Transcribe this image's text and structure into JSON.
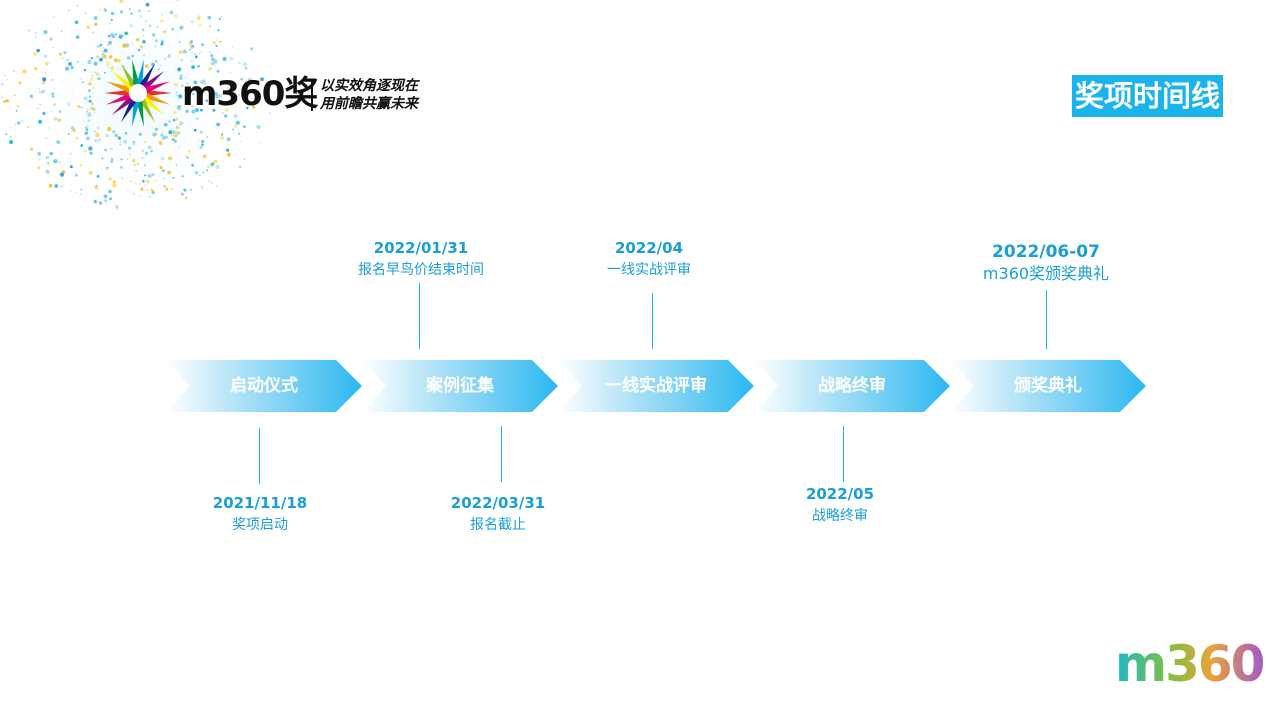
{
  "brand": {
    "wordmark": "m360奖",
    "slogan_line1": "以实效角逐现在",
    "slogan_line2": "用前瞻共赢未来"
  },
  "page_title": "奖项时间线",
  "stages": [
    {
      "label": "启动仪式"
    },
    {
      "label": "案例征集"
    },
    {
      "label": "一线实战评审"
    },
    {
      "label": "战略终审"
    },
    {
      "label": "颁奖典礼"
    }
  ],
  "milestones_top": [
    {
      "date": "2022/01/31",
      "desc": "报名早鸟价结束时间"
    },
    {
      "date": "2022/04",
      "desc": "一线实战评审"
    },
    {
      "date": "2022/06-07",
      "desc": "m360奖颁奖典礼"
    }
  ],
  "milestones_bottom": [
    {
      "date": "2021/11/18",
      "desc": "奖项启动"
    },
    {
      "date": "2022/03/31",
      "desc": "报名截止"
    },
    {
      "date": "2022/05",
      "desc": "战略终审"
    }
  ],
  "footer_logo": "m360",
  "colors": {
    "accent": "#1ab3ec",
    "text_blue": "#1a9ed8",
    "arrow_start": "#ffffff",
    "arrow_end": "#2bb8f0"
  }
}
